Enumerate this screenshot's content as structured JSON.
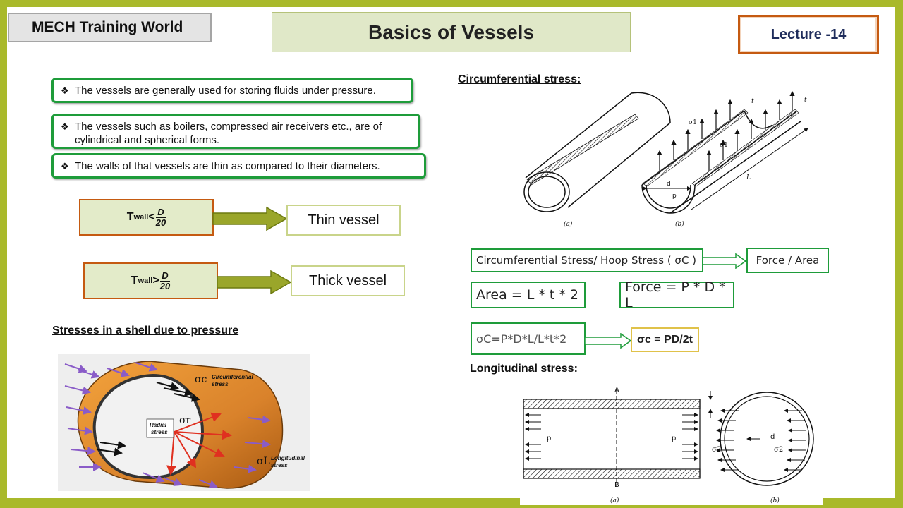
{
  "brand": "MECH Training World",
  "title": "Basics of Vessels",
  "lecture": "Lecture -14",
  "bullets": [
    "The vessels are generally used for storing fluids under pressure.",
    "The vessels such as boilers, compressed air receivers etc., are of cylindrical and spherical forms.",
    "The walls of that vessels are thin as compared to their diameters."
  ],
  "bullet_symbol": "❖",
  "conditions": {
    "thin": {
      "t": "T",
      "sub": "wall",
      "op": "<",
      "num": "D",
      "den": "20",
      "result": "Thin vessel"
    },
    "thick": {
      "t": "T",
      "sub": "wall",
      "op": ">",
      "num": "D",
      "den": "20",
      "result": "Thick vessel"
    }
  },
  "stress_heading": "Stresses in a shell due to pressure",
  "shell_labels": {
    "sigma_c": "σc",
    "circ": "Circumferential",
    "circ2": "stress",
    "radial": "Radial",
    "radial2": "stress",
    "sigma_r": "σr",
    "sigma_l": "σL",
    "long": "Longitudinal",
    "long2": "stress"
  },
  "circ_heading": "Circumferential stress:",
  "circ_fig": {
    "a": "(a)",
    "b": "(b)",
    "sigma1": "σ1",
    "t": "t",
    "d": "d",
    "p": "p",
    "L": "L"
  },
  "formulas": {
    "hoop": "Circumferential Stress/ Hoop Stress ( σC )",
    "force_area": "Force / Area",
    "area": "Area = L * t * 2",
    "force": "Force = P * D * L",
    "sigma_expr": "σC=P*D*L/L*t*2",
    "sigma_result": "σc = PD/2t"
  },
  "long_heading": "Longitudinal stress:",
  "long_fig": {
    "A": "A",
    "B": "B",
    "p": "p",
    "d": "d",
    "sigma2": "σ2",
    "a": "(a)",
    "b": "(b)"
  },
  "colors": {
    "frame": "#a9b92b",
    "accent_green": "#1e9c3a",
    "accent_orange": "#c55a11",
    "shell": "#d9822b"
  }
}
